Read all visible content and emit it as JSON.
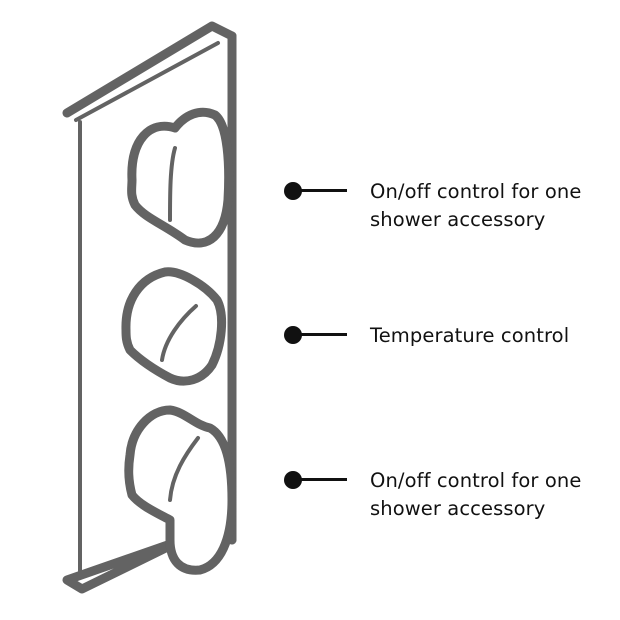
{
  "diagram": {
    "subject": "shower-valve-faceplate-with-three-controls",
    "stroke_color": "#636363",
    "callout_color": "#111111"
  },
  "callouts": [
    {
      "label": "On/off control for one\nshower accessory"
    },
    {
      "label": "Temperature control"
    },
    {
      "label": "On/off control for one\nshower accessory"
    }
  ]
}
